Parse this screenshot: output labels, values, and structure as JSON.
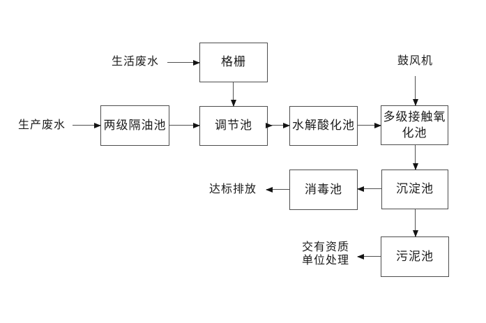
{
  "diagram": {
    "nodes": [
      {
        "id": "grating",
        "label": "格栅"
      },
      {
        "id": "two-stage-oil-separator",
        "label": "两级隔油池"
      },
      {
        "id": "regulating-tank",
        "label": "调节池"
      },
      {
        "id": "hydrolysis-acidification-tank",
        "label": "水解酸化池"
      },
      {
        "id": "multi-stage-contact-oxidation-tank",
        "label": "多级接触氧化池"
      },
      {
        "id": "sedimentation-tank",
        "label": "沉淀池"
      },
      {
        "id": "disinfection-tank",
        "label": "消毒池"
      },
      {
        "id": "sludge-tank",
        "label": "污泥池"
      }
    ],
    "annotations": [
      {
        "id": "domestic-wastewater",
        "text": "生活废水"
      },
      {
        "id": "production-wastewater",
        "text": "生产废水"
      },
      {
        "id": "blower",
        "text": "鼓风机"
      },
      {
        "id": "standard-discharge",
        "text": "达标排放"
      },
      {
        "id": "qualified-unit",
        "line1": "交有资质",
        "line2": "单位处理"
      }
    ],
    "colors": {
      "background": "#ffffff",
      "box_border": "#4c4c4c",
      "arrow_line": "#4f4f4f",
      "arrow_head": "#141414",
      "text": "#1b1b1b"
    }
  }
}
